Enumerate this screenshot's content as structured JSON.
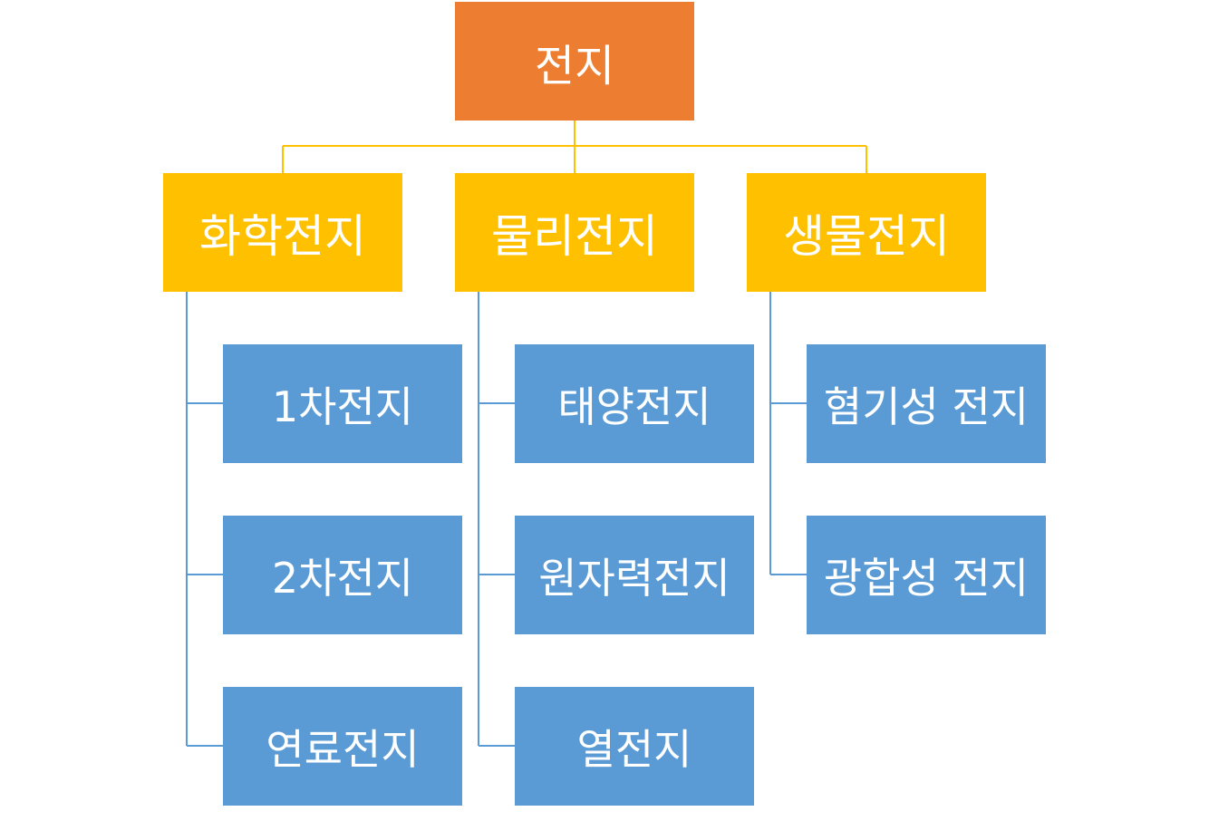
{
  "colors": {
    "root": "#ED7D31",
    "category": "#FFC000",
    "item": "#5B9BD5",
    "root_connector": "#FFC000",
    "branch_connector": "#5B9BD5"
  },
  "root": {
    "label": "전지"
  },
  "categories": [
    {
      "label": "화학전지",
      "items": [
        "1차전지",
        "2차전지",
        "연료전지"
      ]
    },
    {
      "label": "물리전지",
      "items": [
        "태양전지",
        "원자력전지",
        "열전지"
      ]
    },
    {
      "label": "생물전지",
      "items": [
        "혐기성 전지",
        "광합성 전지"
      ]
    }
  ]
}
